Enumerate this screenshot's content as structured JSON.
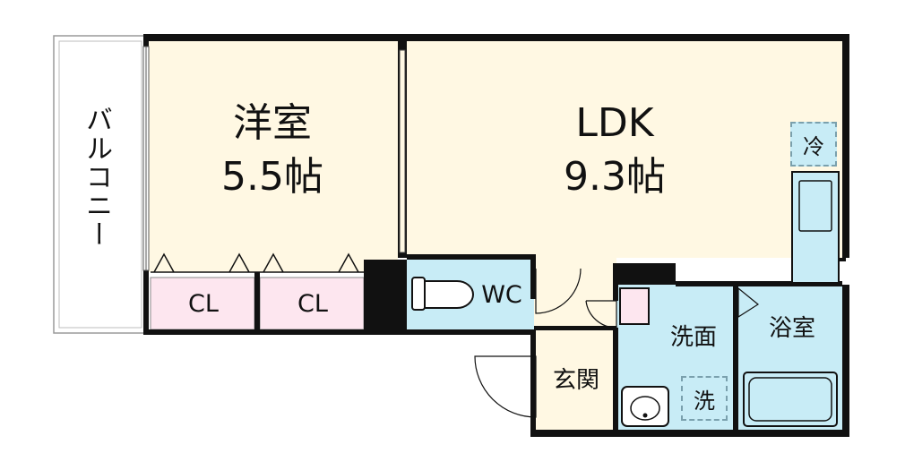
{
  "rooms": {
    "western_room": {
      "name": "洋室",
      "size": "5.5帖"
    },
    "ldk": {
      "name": "LDK",
      "size": "9.3帖"
    },
    "balcony": "バルコニー",
    "closet_1": "CL",
    "closet_2": "CL",
    "wc": "WC",
    "entrance": "玄関",
    "washroom": "洗面",
    "bathroom": "浴室"
  },
  "fixtures": {
    "fridge": "冷",
    "washer": "洗"
  },
  "colors": {
    "wall": "#111111",
    "room_cream": "#fff8e3",
    "wet_area_blue": "#c8ecf6",
    "closet_pink": "#fde6ef"
  }
}
